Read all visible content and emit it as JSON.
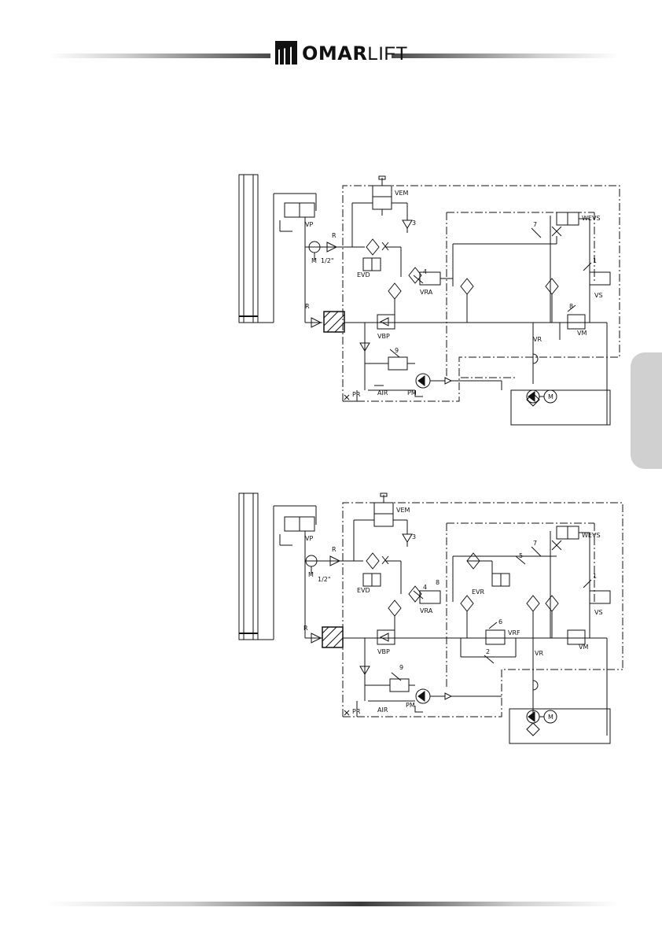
{
  "header": {
    "logo": {
      "bold": "OMAR",
      "light": "LIFT"
    }
  },
  "diagram1": {
    "labels": {
      "vem": "VEM",
      "vp": "VP",
      "wevs": "WEVS",
      "m": "M",
      "r_top": "R",
      "half": "1/2\"",
      "evd": "EVD",
      "vra": "VRA",
      "vs": "VS",
      "r_low": "R",
      "vbp": "VBP",
      "vm": "VM",
      "vr": "VR",
      "air": "AIR",
      "pm": "PM",
      "pr": "PR",
      "motor": "M"
    },
    "numbers": {
      "n3": "3",
      "n7": "7",
      "n1": "1",
      "n4": "4",
      "n8": "8",
      "n9": "9"
    }
  },
  "diagram2": {
    "labels": {
      "vem": "VEM",
      "vp": "VP",
      "wevs": "WEVS",
      "m": "M",
      "r_top": "R",
      "half": "1/2\"",
      "evd": "EVD",
      "vra": "VRA",
      "evr": "EVR",
      "vs": "VS",
      "r_low": "R",
      "vbp": "VBP",
      "vrf": "VRF",
      "vr": "VR",
      "vm": "VM",
      "air": "AIR",
      "pm": "PM",
      "pr": "PR",
      "motor": "M"
    },
    "numbers": {
      "n3": "3",
      "n7": "7",
      "n5": "5",
      "n1": "1",
      "n4": "4",
      "n8": "8",
      "n6": "6",
      "n2": "2",
      "n9": "9"
    }
  }
}
